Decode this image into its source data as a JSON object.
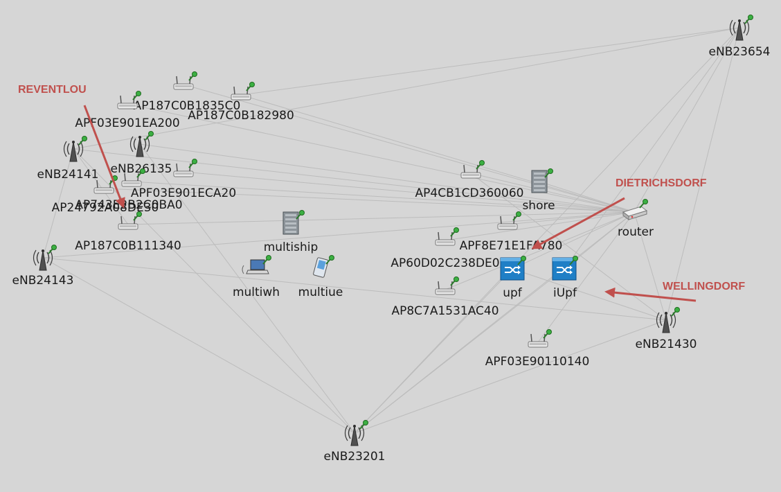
{
  "colors": {
    "background": "#d6d6d6",
    "edge": "#bcbcbc",
    "callout": "#c0504d",
    "pin": "#3cb043",
    "switch": "#1f7fc6"
  },
  "nodes": [
    {
      "id": "eNB23654",
      "label": "eNB23654",
      "icon": "antenna-icon"
    },
    {
      "id": "AP187C0B1835C0",
      "label": "AP187C0B1835C0",
      "icon": "access-point-icon"
    },
    {
      "id": "AP187C0B182980",
      "label": "AP187C0B182980",
      "icon": "access-point-icon"
    },
    {
      "id": "APF03E901EA200",
      "label": "APF03E901EA200",
      "icon": "access-point-icon"
    },
    {
      "id": "eNB24141",
      "label": "eNB24141",
      "icon": "antenna-icon"
    },
    {
      "id": "eNB26135",
      "label": "eNB26135",
      "icon": "antenna-icon"
    },
    {
      "id": "APF03E901ECA20",
      "label": "APF03E901ECA20",
      "icon": "access-point-icon"
    },
    {
      "id": "AP743E2B2C0BA0",
      "label": "AP743E2B2C0BA0",
      "icon": "access-point-icon"
    },
    {
      "id": "AP24792A08DE30",
      "label": "AP24792A08DE30",
      "icon": "access-point-icon"
    },
    {
      "id": "AP187C0B111340",
      "label": "AP187C0B111340",
      "icon": "access-point-icon"
    },
    {
      "id": "eNB24143",
      "label": "eNB24143",
      "icon": "antenna-icon"
    },
    {
      "id": "multiship",
      "label": "multiship",
      "icon": "server-icon"
    },
    {
      "id": "multiwh",
      "label": "multiwh",
      "icon": "laptop-icon"
    },
    {
      "id": "multiue",
      "label": "multiue",
      "icon": "pda-icon"
    },
    {
      "id": "AP4CB1CD360060",
      "label": "AP4CB1CD360060",
      "icon": "access-point-icon"
    },
    {
      "id": "shore",
      "label": "shore",
      "icon": "server-icon"
    },
    {
      "id": "router",
      "label": "router",
      "icon": "router-icon"
    },
    {
      "id": "APF8E71E1FA780",
      "label": "APF8E71E1FA780",
      "icon": "access-point-icon"
    },
    {
      "id": "AP60D02C238DE0",
      "label": "AP60D02C238DE0",
      "icon": "access-point-icon"
    },
    {
      "id": "upf",
      "label": "upf",
      "icon": "switch-icon"
    },
    {
      "id": "iUpf",
      "label": "iUpf",
      "icon": "switch-icon"
    },
    {
      "id": "AP8C7A1531AC40",
      "label": "AP8C7A1531AC40",
      "icon": "access-point-icon"
    },
    {
      "id": "eNB21430",
      "label": "eNB21430",
      "icon": "antenna-icon"
    },
    {
      "id": "APF03E90110140",
      "label": "APF03E90110140",
      "icon": "access-point-icon"
    },
    {
      "id": "eNB23201",
      "label": "eNB23201",
      "icon": "antenna-icon"
    }
  ],
  "edges": [
    [
      "eNB23654",
      "eNB24141"
    ],
    [
      "eNB23654",
      "AP187C0B182980"
    ],
    [
      "eNB23654",
      "router"
    ],
    [
      "eNB23654",
      "eNB21430"
    ],
    [
      "eNB23654",
      "iUpf"
    ],
    [
      "eNB23654",
      "eNB23201"
    ],
    [
      "eNB24141",
      "router"
    ],
    [
      "eNB24141",
      "eNB24143"
    ],
    [
      "eNB24141",
      "eNB23201"
    ],
    [
      "eNB24141",
      "AP187C0B111340"
    ],
    [
      "eNB26135",
      "router"
    ],
    [
      "eNB26135",
      "eNB23201"
    ],
    [
      "AP187C0B1835C0",
      "router"
    ],
    [
      "AP187C0B182980",
      "router"
    ],
    [
      "APF03E901EA200",
      "router"
    ],
    [
      "APF03E901ECA20",
      "router"
    ],
    [
      "AP743E2B2C0BA0",
      "router"
    ],
    [
      "AP24792A08DE30",
      "router"
    ],
    [
      "AP187C0B111340",
      "router"
    ],
    [
      "eNB24143",
      "eNB21430"
    ],
    [
      "eNB24143",
      "router"
    ],
    [
      "eNB24143",
      "eNB23201"
    ],
    [
      "eNB21430",
      "eNB23201"
    ],
    [
      "eNB21430",
      "AP4CB1CD360060"
    ],
    [
      "router",
      "upf"
    ],
    [
      "router",
      "iUpf"
    ],
    [
      "router",
      "eNB21430"
    ],
    [
      "router",
      "eNB23201"
    ],
    [
      "router",
      "AP4CB1CD360060"
    ],
    [
      "router",
      "shore"
    ],
    [
      "router",
      "APF8E71E1FA780"
    ],
    [
      "router",
      "AP60D02C238DE0"
    ],
    [
      "router",
      "AP8C7A1531AC40"
    ],
    [
      "router",
      "APF03E90110140"
    ],
    [
      "upf",
      "eNB23201"
    ],
    [
      "iUpf",
      "eNB23201"
    ],
    [
      "upf",
      "eNB21430"
    ]
  ],
  "callouts": [
    {
      "text": "REVENTLOU"
    },
    {
      "text": "DIETRICHSDORF"
    },
    {
      "text": "WELLINGDORF"
    }
  ]
}
